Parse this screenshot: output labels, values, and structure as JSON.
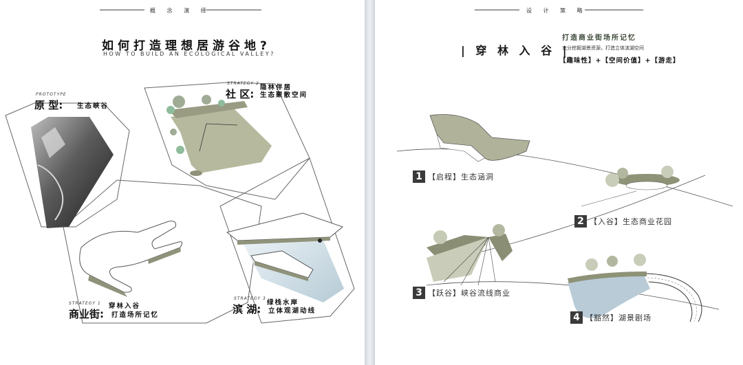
{
  "left": {
    "header": "概 念 演 绎",
    "title": "如何打造理想居游谷地?",
    "subtitle": "HOW TO BUILD AN ECOLOGICAL VALLEY?",
    "prototype": {
      "en": "PROTOTYPE",
      "label": "原 型:",
      "sub": "生态峡谷"
    },
    "community": {
      "en": "STRATEGY 2",
      "sub1": "隐林伴居",
      "label": "社 区:",
      "sub2": "生态聚散空间"
    },
    "street": {
      "en": "STRATEGY 1",
      "sub1": "穿林入谷",
      "label": "商业街:",
      "sub2": "打造场所记忆"
    },
    "lake": {
      "en": "STRATEGY 3",
      "sub1": "绿栈水岸",
      "label": "滨 湖:",
      "sub2": "立体观湖动线"
    }
  },
  "right": {
    "header": "设 计 策 略",
    "title": "| 穿 林 入 谷 |",
    "desc": "打造商业街场所记忆",
    "note": "充分挖掘湖景资源，打造立体滨湖空间",
    "tags": "【趣味性】+【空间价值】+【游走】",
    "steps": [
      {
        "num": "1",
        "text": "【启程】生态涵洞"
      },
      {
        "num": "2",
        "text": "【入谷】生态商业花园"
      },
      {
        "num": "3",
        "text": "【跃谷】峡谷流线商业"
      },
      {
        "num": "4",
        "text": "【豁然】湖景剧场"
      }
    ]
  }
}
